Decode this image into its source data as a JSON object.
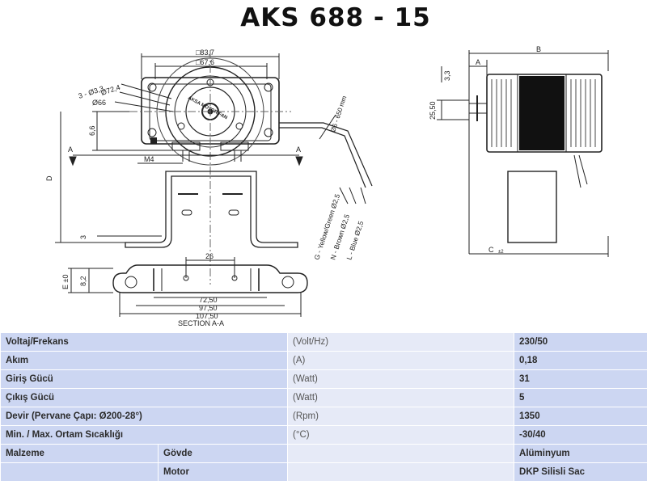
{
  "title": "AKS 688 - 15",
  "drawing": {
    "brand": "AKSA MOTOR FAN",
    "dims": {
      "outer_box": "□83,7",
      "inner_box": "□67,6",
      "dia_72": "Ø72,4",
      "holes": "3 - Ø3,3",
      "dia_66": "Ø66",
      "h_66": "6,6",
      "screw": "M4",
      "d_label": "D",
      "bend": "3",
      "cable": "Ø6 - 650 mm",
      "wire_g": "G - Yellow/Green Ø2,5",
      "wire_n": "N - Brown Ø2,5",
      "wire_l": "L - Blue Ø2,5",
      "bracket_26": "26",
      "bracket_72": "72,50",
      "bracket_97": "97,50",
      "bracket_107": "107,50",
      "bracket_82": "8,2",
      "bracket_e": "E ±0",
      "section": "SECTION A-A",
      "section_a": "A",
      "side_a": "A",
      "side_b": "B",
      "side_c": "C",
      "side_c_tol": "±2",
      "side_33": "3,3",
      "side_2550": "25,50"
    }
  },
  "spec_rows": [
    {
      "label": "Voltaj/Frekans",
      "sub": "",
      "unit": "(Volt/Hz)",
      "value": "230/50"
    },
    {
      "label": "Akım",
      "sub": "",
      "unit": "(A)",
      "value": "0,18"
    },
    {
      "label": "Giriş Gücü",
      "sub": "",
      "unit": "(Watt)",
      "value": "31"
    },
    {
      "label": "Çıkış Gücü",
      "sub": "",
      "unit": "(Watt)",
      "value": "5"
    },
    {
      "label": "Devir (Pervane Çapı: Ø200-28°)",
      "sub": "",
      "unit": "(Rpm)",
      "value": "1350"
    },
    {
      "label": "Min. / Max. Ortam Sıcaklığı",
      "sub": "",
      "unit": "(°C)",
      "value": "-30/40"
    },
    {
      "label": "Malzeme",
      "sub": "Gövde",
      "unit": "",
      "value": "Alüminyum"
    },
    {
      "label": "",
      "sub": "Motor",
      "unit": "",
      "value": "DKP Silisli Sac"
    }
  ],
  "colors": {
    "row_dark": "#ccd6f2",
    "row_light": "#e6eaf7"
  }
}
